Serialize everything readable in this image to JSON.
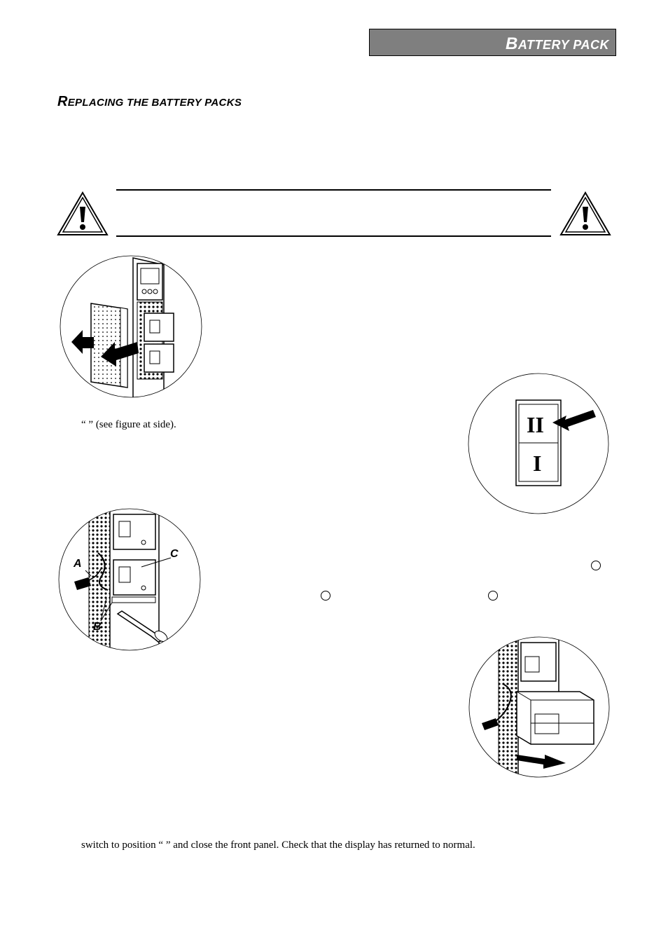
{
  "header": {
    "title_first": "B",
    "title_rest": "ATTERY PACK"
  },
  "section": {
    "title_first": "R",
    "title_rest": "EPLACING THE BATTERY PACKS"
  },
  "figure_labels": {
    "a": "A",
    "b": "B",
    "c": "C",
    "switch_top": "II",
    "switch_bottom": "I"
  },
  "text": {
    "see_figure": "“   ” (see figure at side).",
    "closing": "switch to position “  ” and close the front panel. Check that the display has returned to normal."
  },
  "icons": [
    "warning-triangle-icon",
    "warning-triangle-icon"
  ]
}
